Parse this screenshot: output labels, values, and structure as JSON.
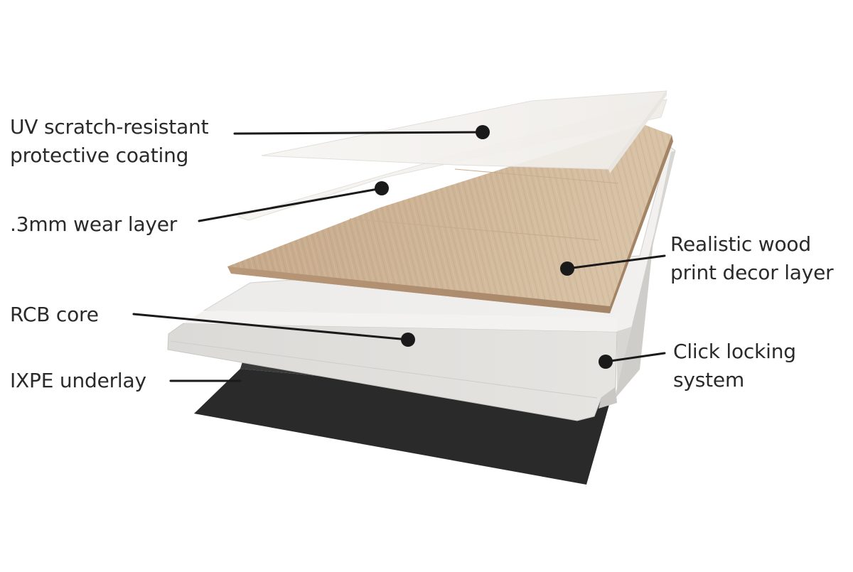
{
  "labels": {
    "uv_coating": [
      "UV scratch-resistant",
      "protective coating"
    ],
    "wear_layer": [
      ".3mm wear layer"
    ],
    "decor_layer": [
      "Realistic wood",
      "print decor layer"
    ],
    "rcb_core": [
      "RCB core"
    ],
    "ixpe_underlay": [
      "IXPE underlay"
    ],
    "click_lock": [
      "Click locking",
      "system"
    ]
  },
  "colors": {
    "text": "#2a2a2a",
    "leader": "#1a1a1a",
    "wood_light": "#d4bda0",
    "wood_dark": "#b5977a",
    "core": "#e6e4e1",
    "underlay": "#262626",
    "clear_layer": "#f4f2ef"
  }
}
